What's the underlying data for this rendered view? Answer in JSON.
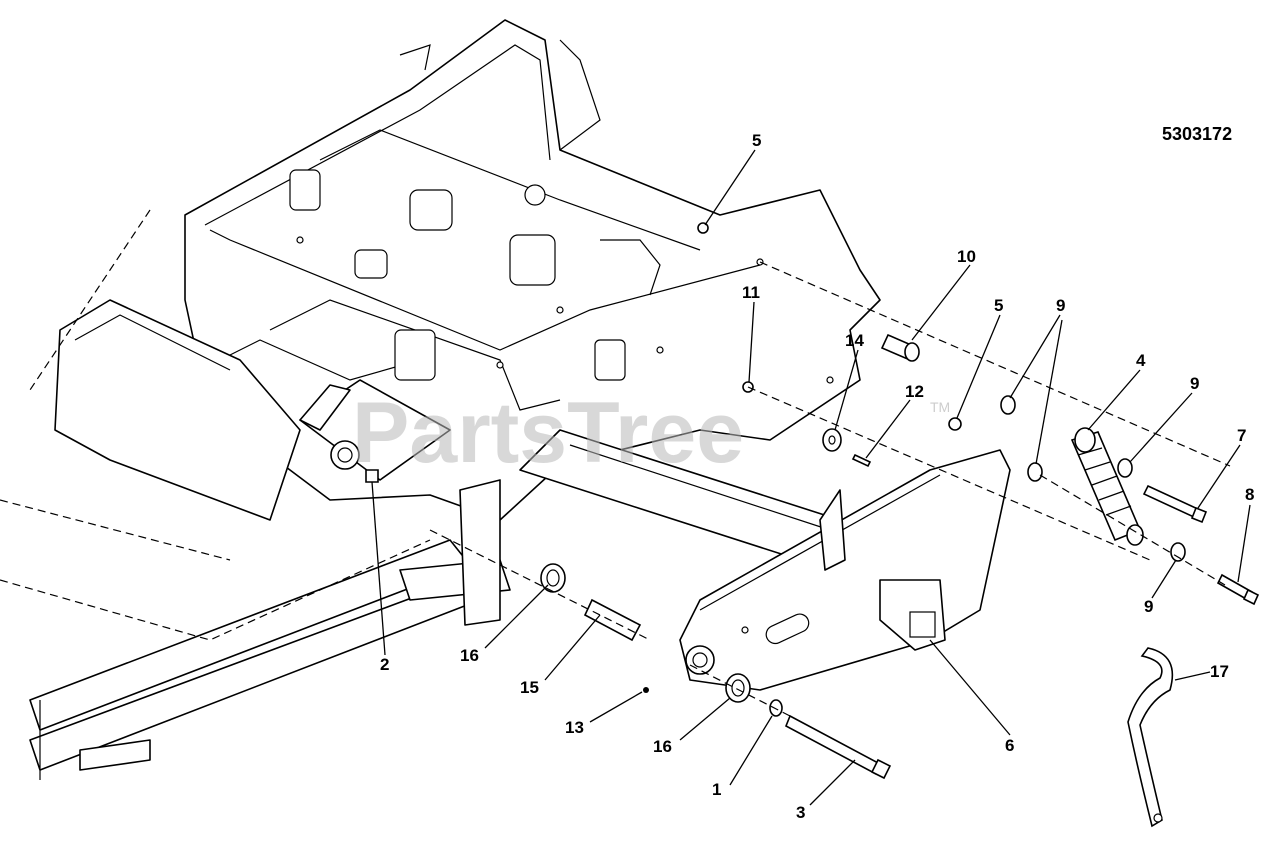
{
  "document_number": "5303172",
  "watermark": {
    "text": "PartsTree",
    "mark": "TM"
  },
  "callouts": [
    {
      "id": "c1",
      "label": "1"
    },
    {
      "id": "c2",
      "label": "2"
    },
    {
      "id": "c3",
      "label": "3"
    },
    {
      "id": "c4",
      "label": "4"
    },
    {
      "id": "c5a",
      "label": "5"
    },
    {
      "id": "c5b",
      "label": "5"
    },
    {
      "id": "c6",
      "label": "6"
    },
    {
      "id": "c7",
      "label": "7"
    },
    {
      "id": "c8",
      "label": "8"
    },
    {
      "id": "c9a",
      "label": "9"
    },
    {
      "id": "c9b",
      "label": "9"
    },
    {
      "id": "c9c",
      "label": "9"
    },
    {
      "id": "c10",
      "label": "10"
    },
    {
      "id": "c11",
      "label": "11"
    },
    {
      "id": "c12",
      "label": "12"
    },
    {
      "id": "c13",
      "label": "13"
    },
    {
      "id": "c14",
      "label": "14"
    },
    {
      "id": "c15",
      "label": "15"
    },
    {
      "id": "c16a",
      "label": "16"
    },
    {
      "id": "c16b",
      "label": "16"
    },
    {
      "id": "c17",
      "label": "17"
    }
  ]
}
